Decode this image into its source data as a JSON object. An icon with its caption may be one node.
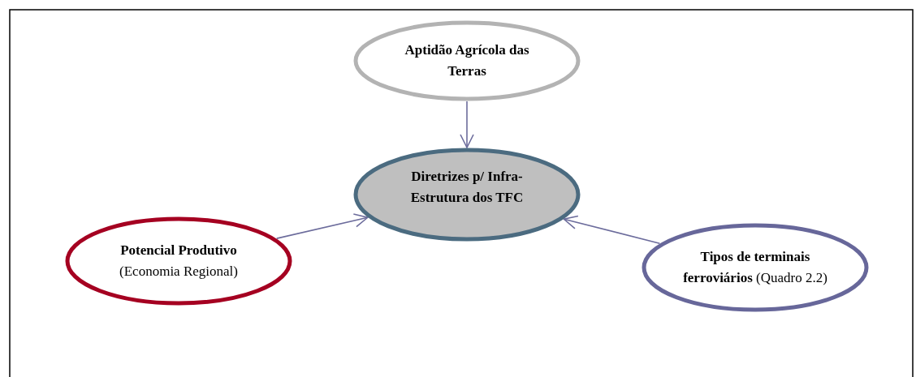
{
  "diagram": {
    "nodes": [
      {
        "text": [
          "Aptidão Agrícola das Terras"
        ]
      },
      {
        "text": [
          "Diretrizes p/ Infra-Estrutura dos TFC"
        ]
      },
      {
        "text": [
          "**Potencial Produtivo** (Economia Regional)"
        ]
      },
      {
        "text": [
          "**Tipos de terminais ferroviários** (Quadro 2.2)"
        ]
      }
    ],
    "edges": [
      {
        "from": 0,
        "to": 1,
        "arrow": "to"
      },
      {
        "from": 2,
        "to": 1,
        "arrow": "to"
      },
      {
        "from": 3,
        "to": 1,
        "arrow": "to"
      }
    ]
  }
}
